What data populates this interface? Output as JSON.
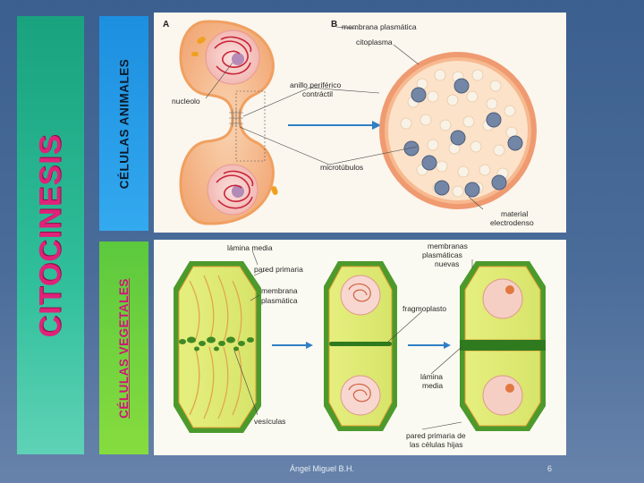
{
  "slide": {
    "title": "CITOCINESIS",
    "footer_author": "Ángel Miguel B.H.",
    "page_number": "6"
  },
  "animal": {
    "band_label": "CÉLULAS ANIMALES",
    "label_a": "A",
    "label_b": "B",
    "labels": {
      "membrana": "membrana plasmática",
      "citoplasma": "citoplasma",
      "nucleolo": "nucleolo",
      "anillo1": "anillo periférico",
      "anillo2": "contráctil",
      "microtubulos": "microtúbulos",
      "material1": "material",
      "material2": "electrodenso"
    }
  },
  "plant": {
    "band_label": "CÉLULAS VEGETALES",
    "labels": {
      "lamina_media": "lámina media",
      "pared_primaria": "pared primaria",
      "membrana1": "membrana",
      "membrana2": "plasmática",
      "vesiculas": "vesículas",
      "membranas1": "membranas",
      "membranas2": "plasmáticas",
      "membranas3": "nuevas",
      "fragmoplasto": "fragmoplasto",
      "lamina1": "lámina",
      "lamina2": "media",
      "pared_hijas1": "pared primaria de",
      "pared_hijas2": "las células hijas"
    }
  },
  "colors": {
    "title_pink": "#e0227a",
    "animal_band": "#1c8fdf",
    "plant_band": "#5cc93e",
    "side_band": "#19a27e"
  }
}
